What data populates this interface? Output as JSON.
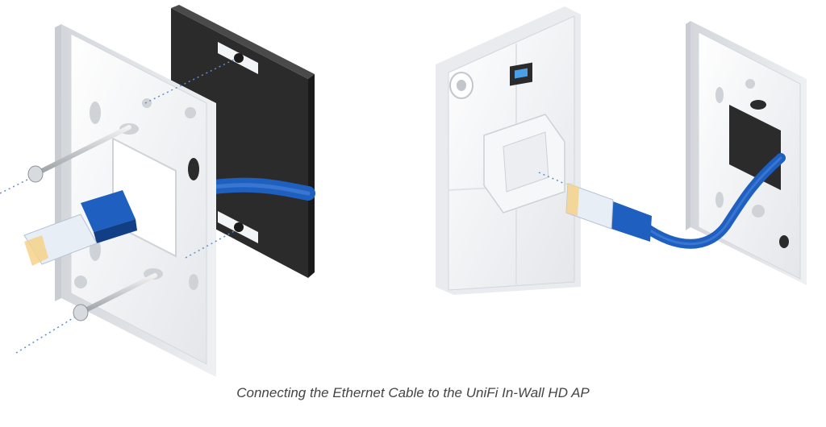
{
  "figure": {
    "caption": "Connecting the Ethernet Cable to the UniFi In-Wall HD AP",
    "illustrations": [
      {
        "id": "mounting",
        "components": [
          "wall-plate",
          "electrical-box",
          "mounting-screw",
          "ethernet-cable",
          "rj45-connector"
        ]
      },
      {
        "id": "connection",
        "components": [
          "unifi-in-wall-hd-ap",
          "ethernet-port",
          "ethernet-cable",
          "rj45-connector",
          "wall-plate"
        ]
      }
    ]
  },
  "colors": {
    "background": "#ffffff",
    "device_white": "#f3f4f6",
    "device_shadow": "#d8dbe0",
    "wall_box": "#2a2a2a",
    "cable_blue": "#1f5fbf",
    "cable_blue_dark": "#123e85",
    "guide_line": "#5b8fd6",
    "caption_text": "#444444"
  }
}
